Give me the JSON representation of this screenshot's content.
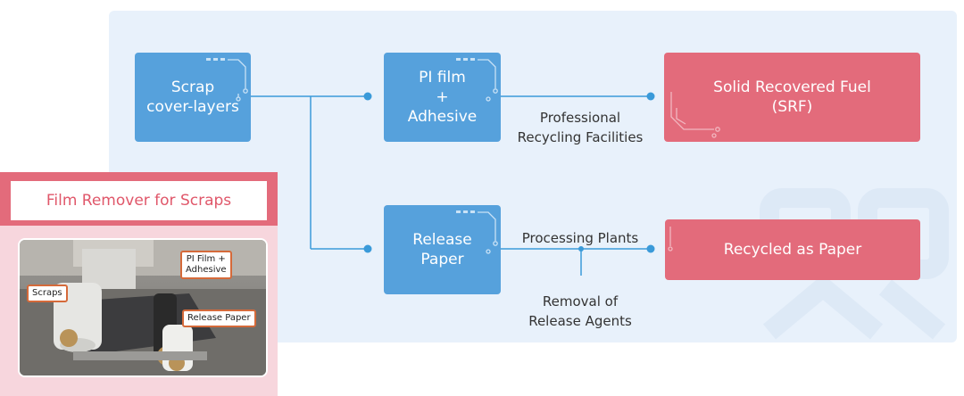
{
  "nodes": {
    "scrap": "Scrap\ncover-layers",
    "pi": "PI film\n+\nAdhesive",
    "release": "Release\nPaper",
    "srf": "Solid Recovered Fuel\n(SRF)",
    "paper": "Recycled as Paper"
  },
  "edges": {
    "professional": "Professional\nRecycling Facilities",
    "processing": "Processing Plants",
    "removal": "Removal of\nRelease Agents"
  },
  "inset": {
    "title": "Film Remover for Scraps",
    "tag_scraps": "Scraps",
    "tag_pi": "PI Film +\nAdhesive",
    "tag_release": "Release Paper"
  },
  "colors": {
    "blue": "#56a1dc",
    "red": "#e36b7b",
    "line": "#3a9ad9",
    "panel": "#e8f1fb",
    "inset_pink": "#f7d6dd"
  }
}
